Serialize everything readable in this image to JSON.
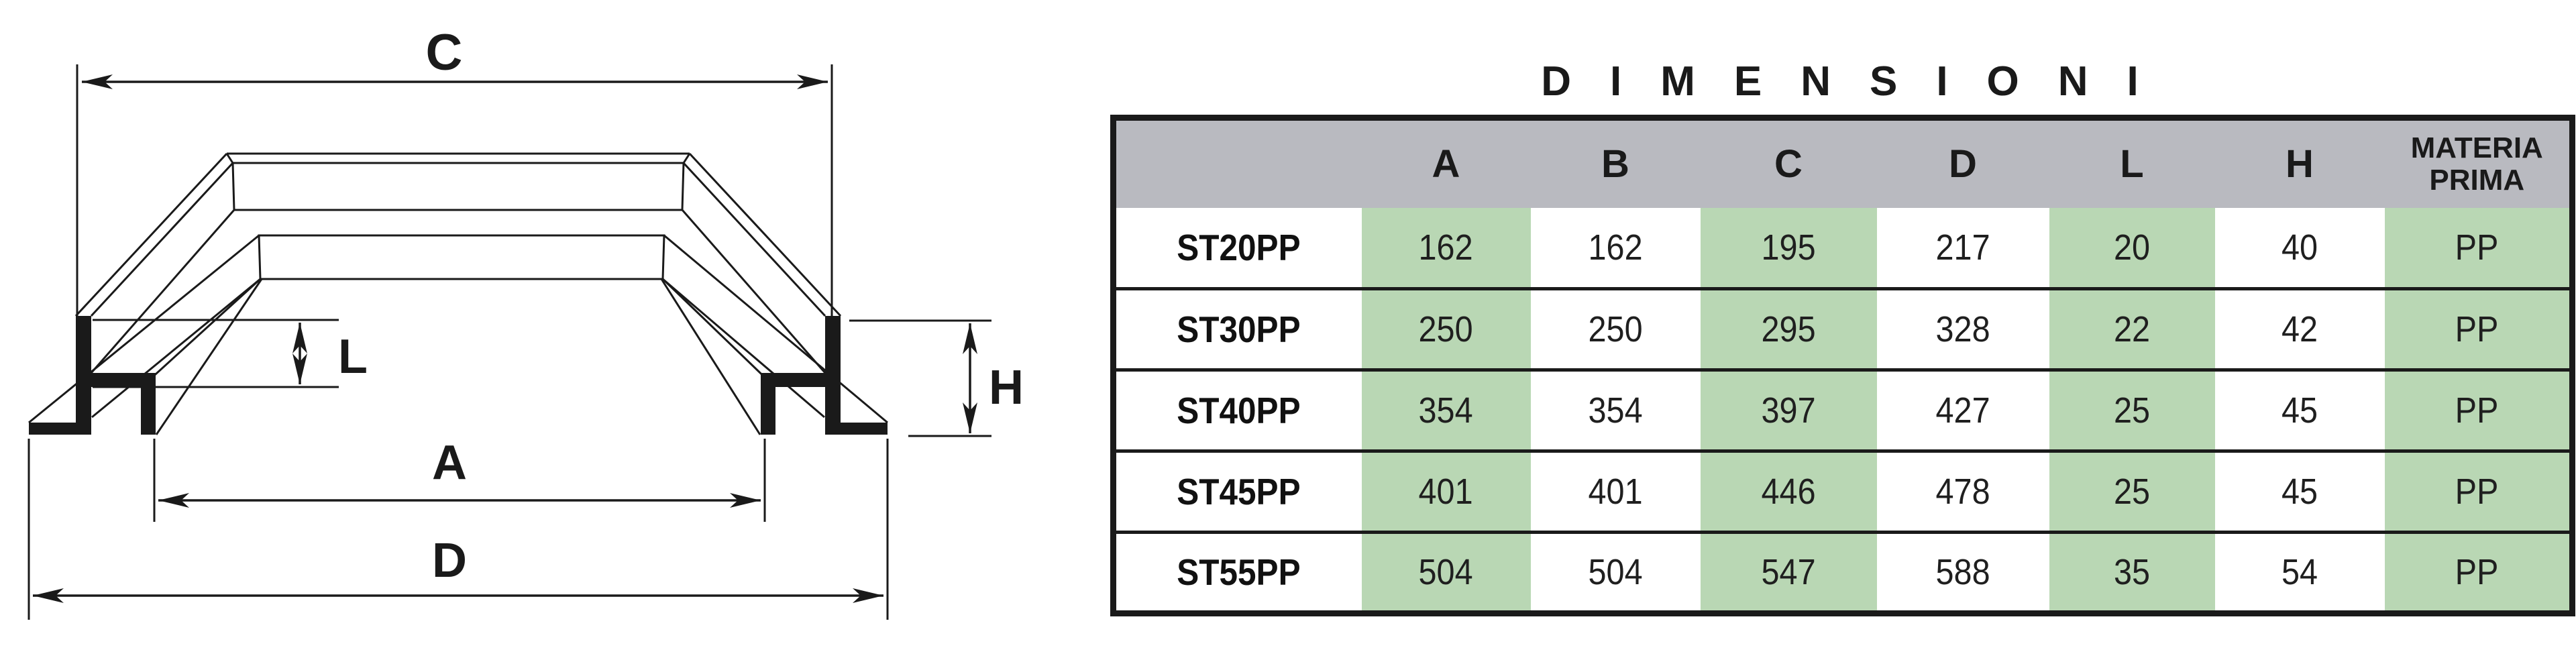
{
  "diagram": {
    "labels": {
      "c": "C",
      "l": "L",
      "h": "H",
      "a": "A",
      "d": "D"
    }
  },
  "table": {
    "title": "DIMENSIONI",
    "headers": {
      "a": "A",
      "b": "B",
      "c": "C",
      "d": "D",
      "l": "L",
      "h": "H",
      "materia_line1": "MATERIA",
      "materia_line2": "PRIMA"
    },
    "rows": [
      {
        "name": "ST20PP",
        "a": "162",
        "b": "162",
        "c": "195",
        "d": "217",
        "l": "20",
        "h": "40",
        "mp": "PP"
      },
      {
        "name": "ST30PP",
        "a": "250",
        "b": "250",
        "c": "295",
        "d": "328",
        "l": "22",
        "h": "42",
        "mp": "PP"
      },
      {
        "name": "ST40PP",
        "a": "354",
        "b": "354",
        "c": "397",
        "d": "427",
        "l": "25",
        "h": "45",
        "mp": "PP"
      },
      {
        "name": "ST45PP",
        "a": "401",
        "b": "401",
        "c": "446",
        "d": "478",
        "l": "25",
        "h": "45",
        "mp": "PP"
      },
      {
        "name": "ST55PP",
        "a": "504",
        "b": "504",
        "c": "547",
        "d": "588",
        "l": "35",
        "h": "54",
        "mp": "PP"
      }
    ],
    "colors": {
      "header_bg": "#b9bac0",
      "accent_green": "#b9d7b4",
      "border": "#1a1a1a"
    }
  }
}
